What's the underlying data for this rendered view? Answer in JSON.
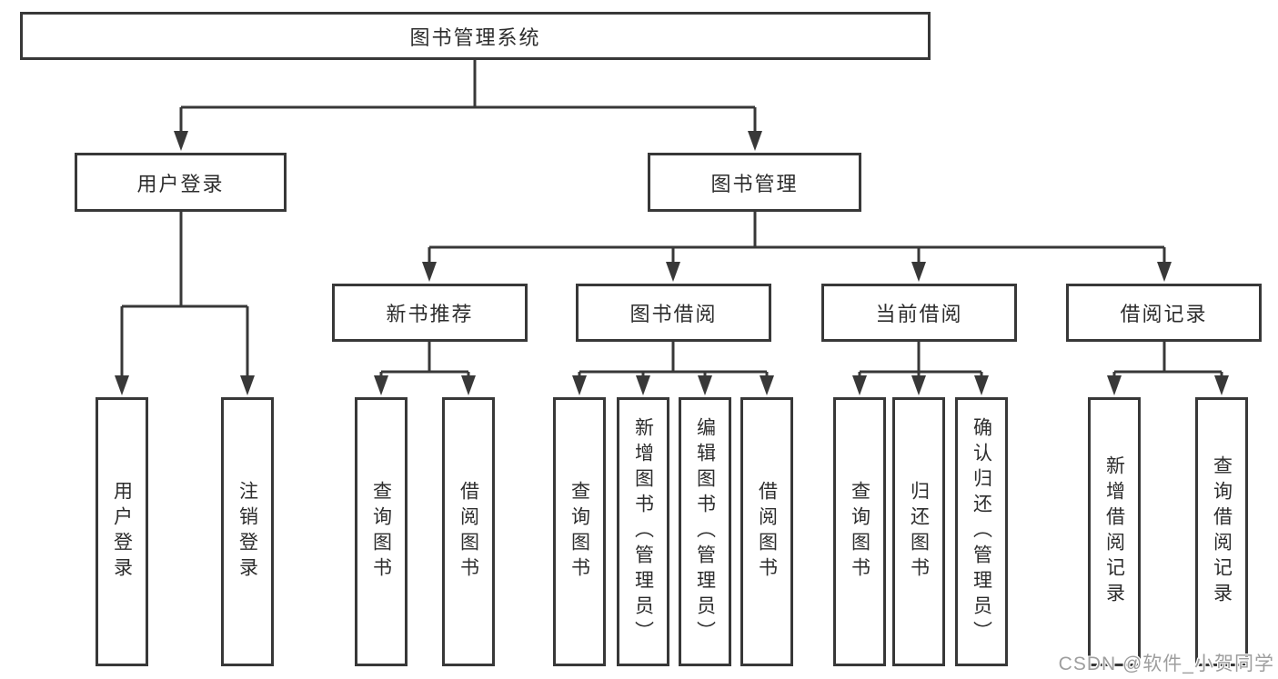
{
  "diagram": {
    "root": {
      "label": "图书管理系统"
    },
    "branches": [
      {
        "label": "用户登录",
        "leaves": [
          {
            "label": "用户登录"
          },
          {
            "label": "注销登录"
          }
        ]
      },
      {
        "label": "图书管理",
        "groups": [
          {
            "label": "新书推荐",
            "leaves": [
              {
                "label": "查询图书"
              },
              {
                "label": "借阅图书"
              }
            ]
          },
          {
            "label": "图书借阅",
            "leaves": [
              {
                "label": "查询图书"
              },
              {
                "label": "新增图书（管理员）"
              },
              {
                "label": "编辑图书（管理员）"
              },
              {
                "label": "借阅图书"
              }
            ]
          },
          {
            "label": "当前借阅",
            "leaves": [
              {
                "label": "查询图书"
              },
              {
                "label": "归还图书"
              },
              {
                "label": "确认归还（管理员）"
              }
            ]
          },
          {
            "label": "借阅记录",
            "leaves": [
              {
                "label": "新增借阅记录"
              },
              {
                "label": "查询借阅记录"
              }
            ]
          }
        ]
      }
    ]
  },
  "watermark": {
    "text": "CSDN @软件_小贺同学"
  },
  "colors": {
    "line": "#383838",
    "box_border": "#383838",
    "box_fill": "#ffffff",
    "text": "#2d2d2d",
    "watermark": "#9e9e9e"
  }
}
